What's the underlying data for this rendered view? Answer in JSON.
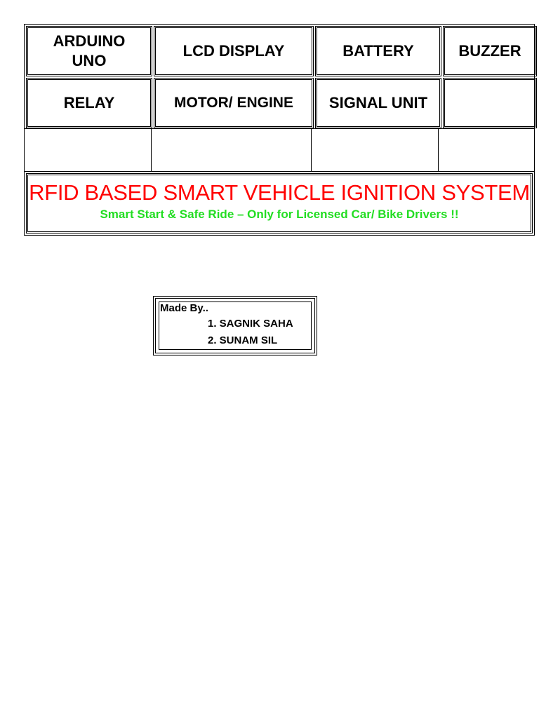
{
  "components": [
    "ARDUINO\nUNO",
    "LCD DISPLAY",
    "BATTERY",
    "BUZZER",
    "RELAY",
    "MOTOR/ ENGINE",
    "SIGNAL UNIT",
    ""
  ],
  "title": {
    "main": "RFID BASED SMART VEHICLE IGNITION SYSTEM",
    "subtitle": "Smart Start & Safe Ride – Only for Licensed Car/ Bike Drivers !!"
  },
  "credits": {
    "heading": "Made By..",
    "members": [
      "1. SAGNIK SAHA",
      "2. SUNAM SIL"
    ]
  },
  "colors": {
    "title": "#ff0000",
    "subtitle": "#22dd22",
    "border": "#000000"
  }
}
